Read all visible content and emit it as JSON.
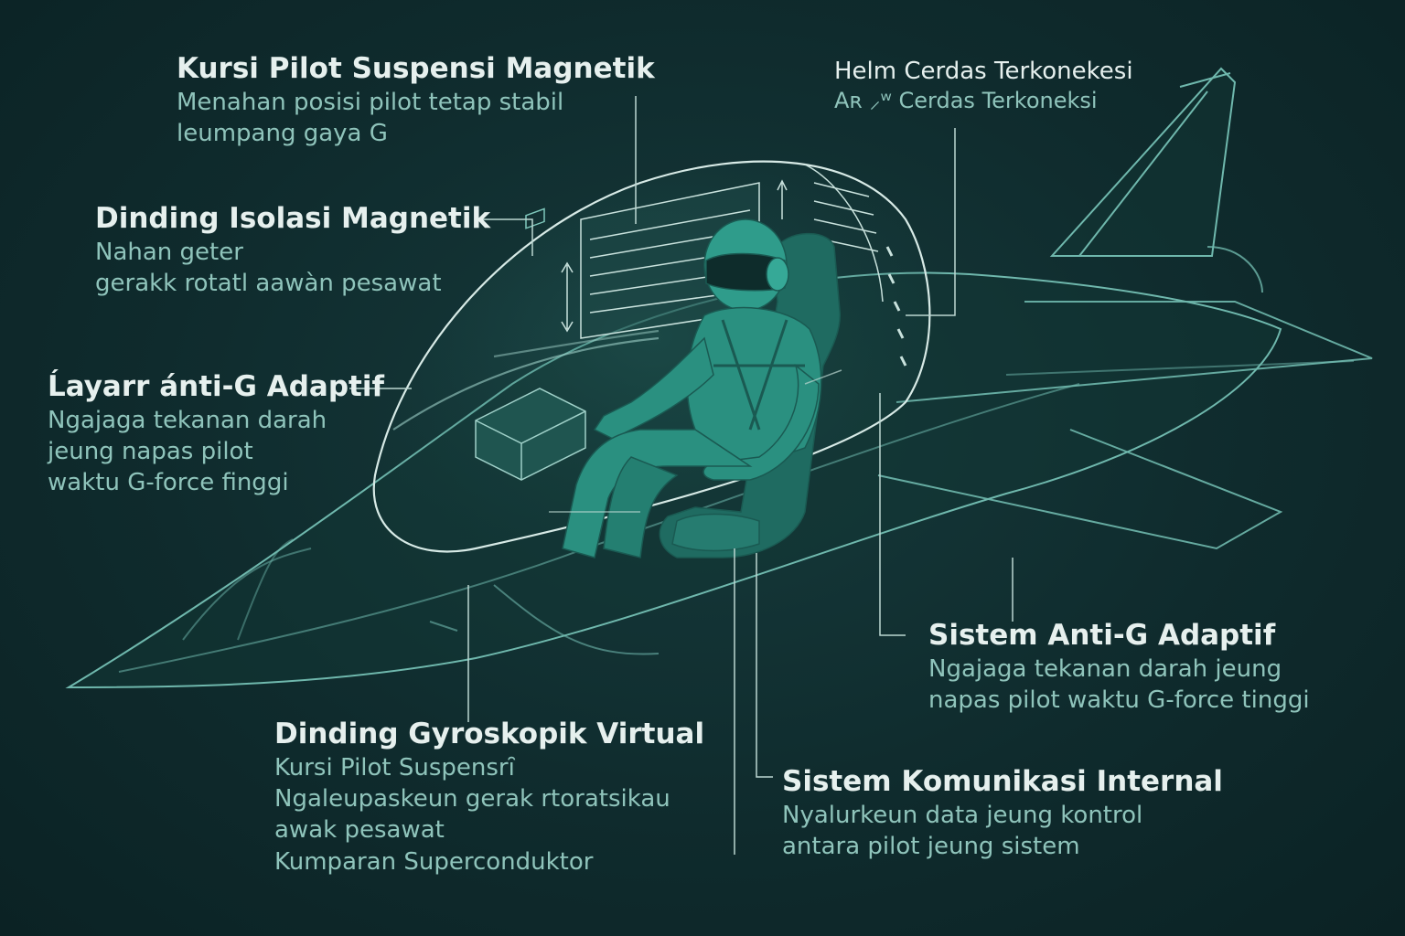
{
  "colors": {
    "background": "#0f2b2d",
    "outline": "#7fc8bc",
    "leader_line": "#bcd7d2",
    "pilot_fill": "#2a9080",
    "title_text": "#e6f0ee",
    "body_text": "#8fc4bb"
  },
  "callouts": {
    "kursi_pilot": {
      "title": "Kursi Pilot Suspensi Magnetik",
      "lines": [
        "Menahan posisi pilot tetap stabil",
        "leumpang gaya G"
      ]
    },
    "helm": {
      "title": "Helm Cerdas Terkonekesi",
      "lines": [
        "Aʀ ⸝ʷ Cerdas Terkoneksi"
      ]
    },
    "dinding_isolasi": {
      "title": "Dinding Isolasi Magnetik",
      "lines": [
        "Nahan geter",
        "gerakk rotatl aawàn pesawat"
      ]
    },
    "layar_anti_g": {
      "title": "Ĺayarr ánti-G Adaptif",
      "lines": [
        "Ngajaga tekanan darah",
        "jeung napas pilot",
        "waktu G-force finggi"
      ]
    },
    "sistem_anti_g": {
      "title": "Sistem Anti-G Adaptif",
      "lines": [
        "Ngajaga tekanan darah jeung",
        "napas pilot waktu G-force tinggi"
      ]
    },
    "dinding_gyro": {
      "title": "Dinding Gyroskopik Virtual",
      "lines": [
        "Kursi Pilot Suspensrȋ",
        "Ngaleupaskeun gerak rtoratsikau",
        "awak pesawat",
        "Kumparan Superconduktor"
      ]
    },
    "komunikasi": {
      "title": "Sistem Komunikasi Internal",
      "lines": [
        "Nyalurkeun data jeung kontrol",
        "antara pilot jeung sistem"
      ]
    }
  }
}
